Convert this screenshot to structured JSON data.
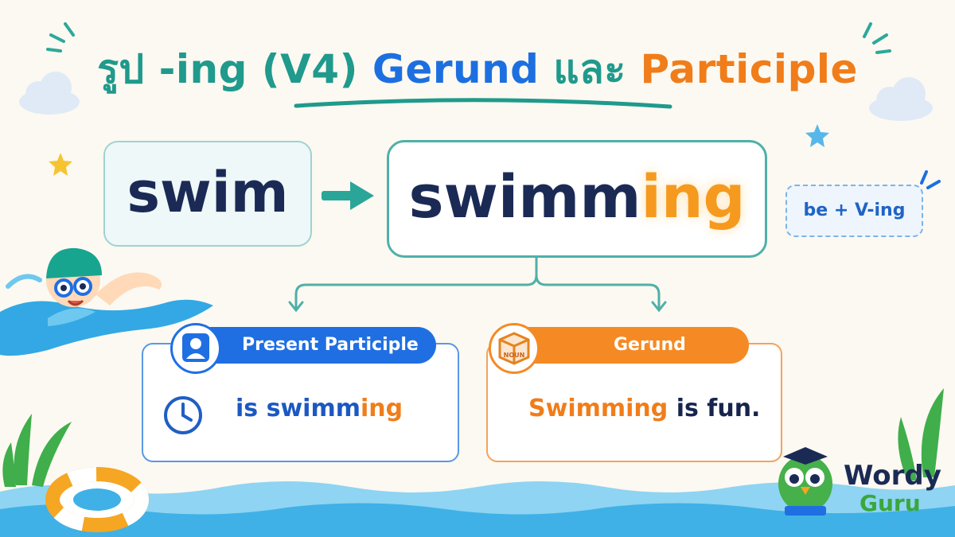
{
  "title": {
    "part1": "รูป -ing (V4)",
    "part2": "Gerund",
    "part3": "และ",
    "part4": "Participle"
  },
  "base_word": "swim",
  "ing_word": {
    "stem": "swimm",
    "suffix": "ing"
  },
  "note": "be + V-ing",
  "present_participle": {
    "label": "Present Participle",
    "example_prefix": "is ",
    "example_stem": "swimm",
    "example_suffix": "ing"
  },
  "gerund": {
    "label": "Gerund",
    "icon_text": "NOUN",
    "example_highlight": "Swimming",
    "example_rest": " is fun."
  },
  "brand": {
    "line1": "Wordy",
    "line2": "Guru"
  },
  "colors": {
    "teal": "#1f9a8c",
    "blue": "#1c6fe0",
    "orange": "#f07d1a",
    "navy": "#1b2a55",
    "ing_accent": "#f59a1e"
  }
}
